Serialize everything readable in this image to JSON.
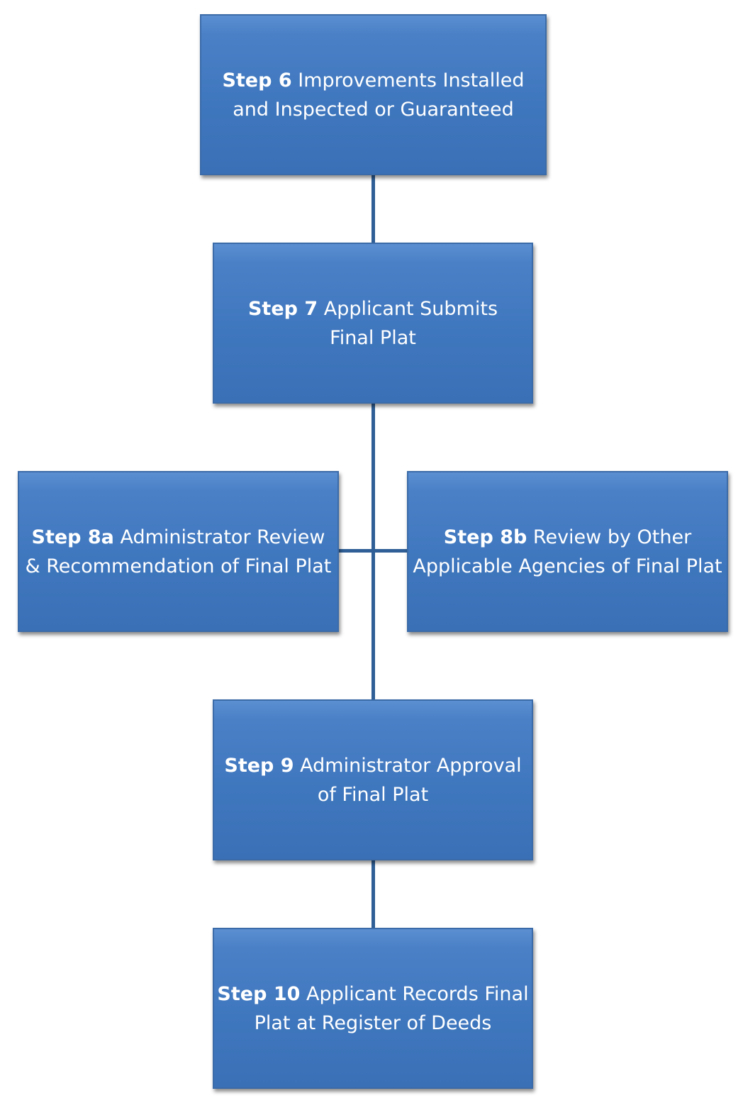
{
  "flowchart": {
    "colors": {
      "box_fill": "#3f77be",
      "box_border": "#3b6ba8",
      "connector": "#2f5f96",
      "text": "#ffffff"
    },
    "steps": [
      {
        "id": "step-6",
        "label": "Step 6",
        "description": "Improvements Installed and Inspected or Guaranteed"
      },
      {
        "id": "step-7",
        "label": "Step 7",
        "description": "Applicant Submits Final Plat"
      },
      {
        "id": "step-8a",
        "label": "Step 8a",
        "description": "Administrator Review & Recommendation of Final Plat"
      },
      {
        "id": "step-8b",
        "label": "Step 8b",
        "description": "Review by Other Applicable Agencies of Final Plat"
      },
      {
        "id": "step-9",
        "label": "Step 9",
        "description": "Administrator Approval of Final Plat"
      },
      {
        "id": "step-10",
        "label": "Step 10",
        "description": "Applicant Records Final Plat at Register of Deeds"
      }
    ]
  }
}
